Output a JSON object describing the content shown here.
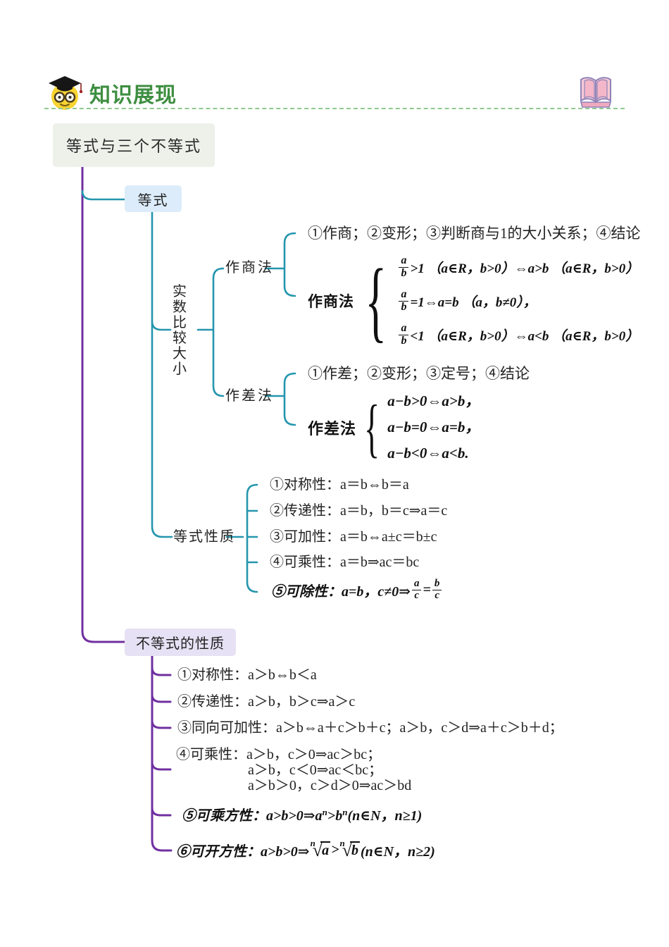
{
  "header": {
    "title": "知识展现",
    "icons": {
      "left": "scholar-emoji-icon",
      "right": "open-book-icon"
    }
  },
  "colors": {
    "branch_teal": "#2596ae",
    "branch_purple": "#7030a0",
    "title_green": "#3e8e41",
    "dashed_line_green": "#8fc98f",
    "root_bg": "#eef0ea",
    "dengshi_bg": "#dcecfa",
    "budengshi_bg": "#e6e1f4"
  },
  "root": {
    "label": "等式与三个不等式"
  },
  "dengshi": {
    "label": "等式",
    "shishu": {
      "label": "实数比较大小",
      "zuoshangfa": {
        "label": "作商法",
        "steps": "①作商；②变形；③判断商与1的大小关系；④结论",
        "formula": {
          "label": "作商法",
          "brace": "{",
          "rows": [
            {
              "num": "a",
              "den": "b",
              "rest": ">1 （a∈R，b>0）⇔a>b （a∈R，b>0）"
            },
            {
              "num": "a",
              "den": "b",
              "rest": "=1⇔a=b （a，b≠0），"
            },
            {
              "num": "a",
              "den": "b",
              "rest": "<1 （a∈R，b>0）⇔a<b （a∈R，b>0）"
            }
          ]
        }
      },
      "zuochafa": {
        "label": "作差法",
        "steps": "①作差；②变形；③定号；④结论",
        "formula": {
          "label": "作差法",
          "brace": "{",
          "rows": [
            {
              "text": "a−b>0⇔a>b，"
            },
            {
              "text": "a−b=0⇔a=b，"
            },
            {
              "text": "a−b<0⇔a<b."
            }
          ]
        }
      }
    },
    "xingzhi": {
      "label": "等式性质",
      "items": [
        "①对称性：a＝b⇔b＝a",
        "②传递性：a＝b，b＝c⇒a＝c",
        "③可加性：a＝b⇔a±c＝b±c",
        "④可乘性：a＝b⇒ac＝bc"
      ],
      "item5": {
        "prefix": "⑤可除性：a=b，c≠0⇒",
        "frac1": {
          "num": "a",
          "den": "c"
        },
        "eq": "=",
        "frac2": {
          "num": "b",
          "den": "c"
        }
      }
    }
  },
  "budengshi": {
    "label": "不等式的性质",
    "items": [
      "①对称性：a＞b⇔b＜a",
      "②传递性：a＞b，b＞c⇒a＞c",
      "③同向可加性：a＞b⇔a＋c＞b＋c；a＞b，c＞d⇒a＋c＞b＋d；"
    ],
    "item4": {
      "line1": "④可乘性：a＞b，c＞0⇒ac＞bc；",
      "line2": "a＞b，c＜0⇒ac＜bc；",
      "line3": "a＞b＞0，c＞d＞0⇒ac＞bd"
    },
    "item5": {
      "prefix": "⑤可乘方性：a>b>0⇒a",
      "sup1": "n",
      "mid": ">b",
      "sup2": "n",
      "suffix": "(n∈N，n≥1)"
    },
    "item6": {
      "prefix": "⑥可开方性：a>b>0⇒",
      "root1": {
        "index": "n",
        "radicand": "a"
      },
      "mid": ">",
      "root2": {
        "index": "n",
        "radicand": "b"
      },
      "suffix": "(n∈N，n≥2)"
    }
  }
}
